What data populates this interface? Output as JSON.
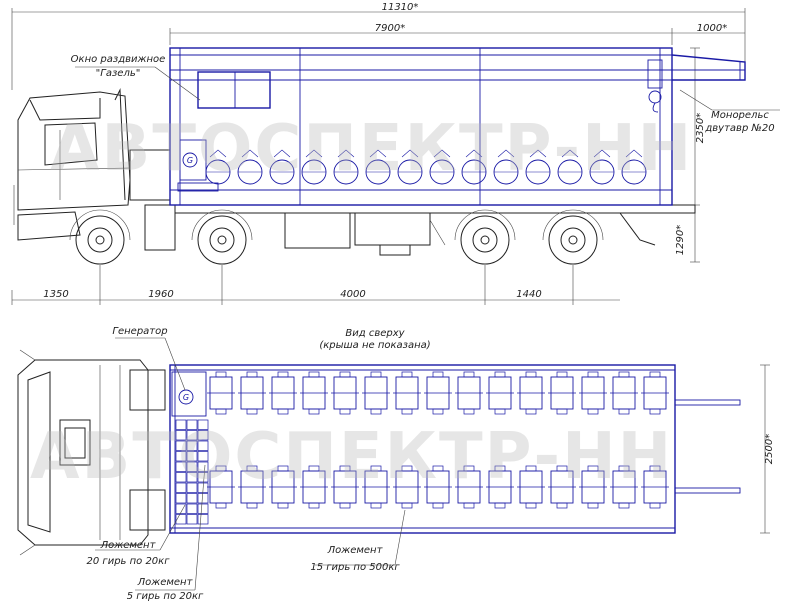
{
  "dimensions": {
    "overall_length": "11310*",
    "body_length": "7900*",
    "monorail_overhang": "1000*",
    "body_height": "2350*",
    "frame_height": "1290*",
    "front_overhang": "1350",
    "wheelbase_1": "1960",
    "wheelbase_2": "4000",
    "wheelbase_3": "1440",
    "body_width": "2500*"
  },
  "labels": {
    "window_line1": "Окно раздвижное",
    "window_line2": "\"Газель\"",
    "monorail_line1": "Монорельс",
    "monorail_line2": "двутавр №20",
    "generator": "Генератор",
    "top_view_line1": "Вид сверху",
    "top_view_line2": "(крыша не показана)",
    "cradle1_line1": "Ложемент",
    "cradle1_line2": "20 гирь по 20кг",
    "cradle2_line1": "Ложемент",
    "cradle2_line2": "5 гирь по 20кг",
    "cradle3_line1": "Ложемент",
    "cradle3_line2": "15 гирь по 500кг",
    "generator_symbol": "G"
  },
  "watermark": "АВТОСПЕКТР-НН",
  "colors": {
    "body_blue": "#1a1aa6",
    "ink": "#222222"
  }
}
